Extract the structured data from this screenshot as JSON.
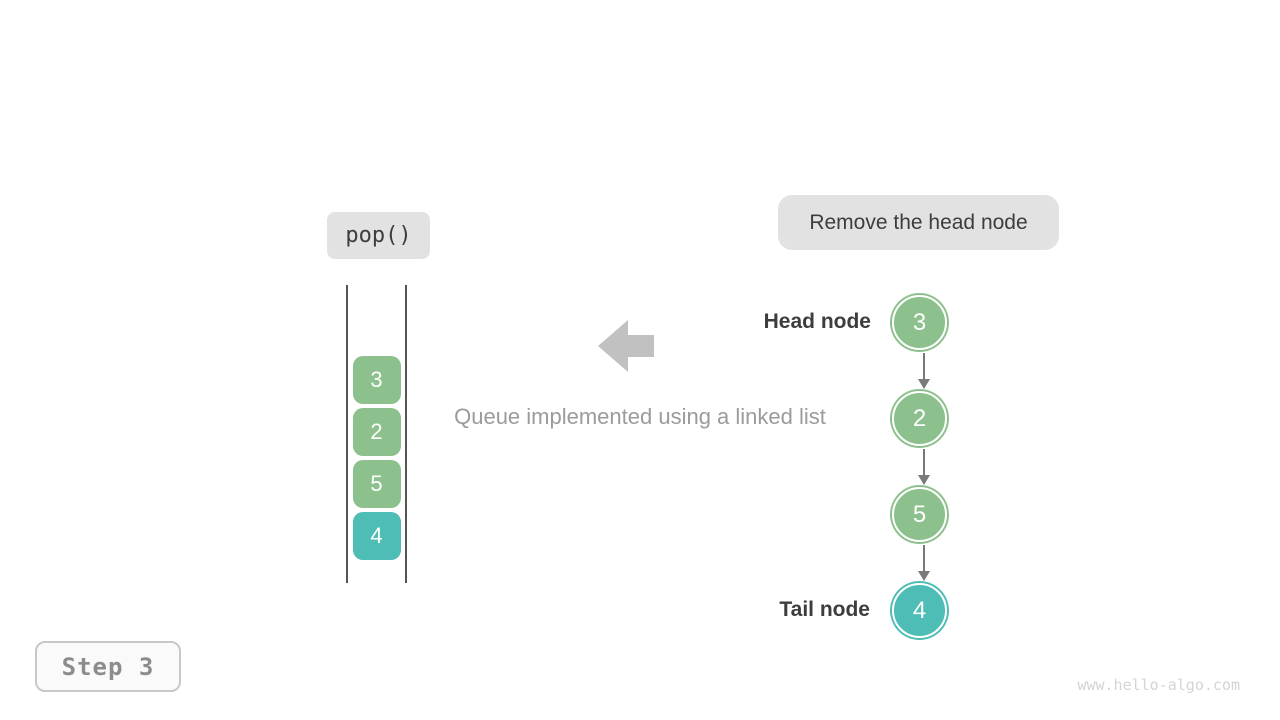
{
  "colors": {
    "green": "#8CC08C",
    "teal": "#4EBDB5",
    "label_box_gray": "#E2E2E2",
    "dark_text": "#3D3D3D",
    "muted_text": "#9B9B9B",
    "big_arrow_gray": "#C1C1C1",
    "connector_gray": "#7A7A7A",
    "watermark_gray": "#D4D4D4"
  },
  "operation_label": "pop()",
  "annotation_label": "Remove the head node",
  "caption": "Queue implemented using a linked list",
  "step_label": "Step 3",
  "watermark": "www.hello-algo.com",
  "queue_stack": {
    "items": [
      {
        "value": "3",
        "color": "bg-green"
      },
      {
        "value": "2",
        "color": "bg-green"
      },
      {
        "value": "5",
        "color": "bg-green"
      },
      {
        "value": "4",
        "color": "bg-teal"
      }
    ]
  },
  "linked_list": {
    "head_label": "Head node",
    "tail_label": "Tail node",
    "nodes": [
      {
        "value": "3",
        "color": "bg-green"
      },
      {
        "value": "2",
        "color": "bg-green"
      },
      {
        "value": "5",
        "color": "bg-green"
      },
      {
        "value": "4",
        "color": "bg-teal"
      }
    ]
  }
}
